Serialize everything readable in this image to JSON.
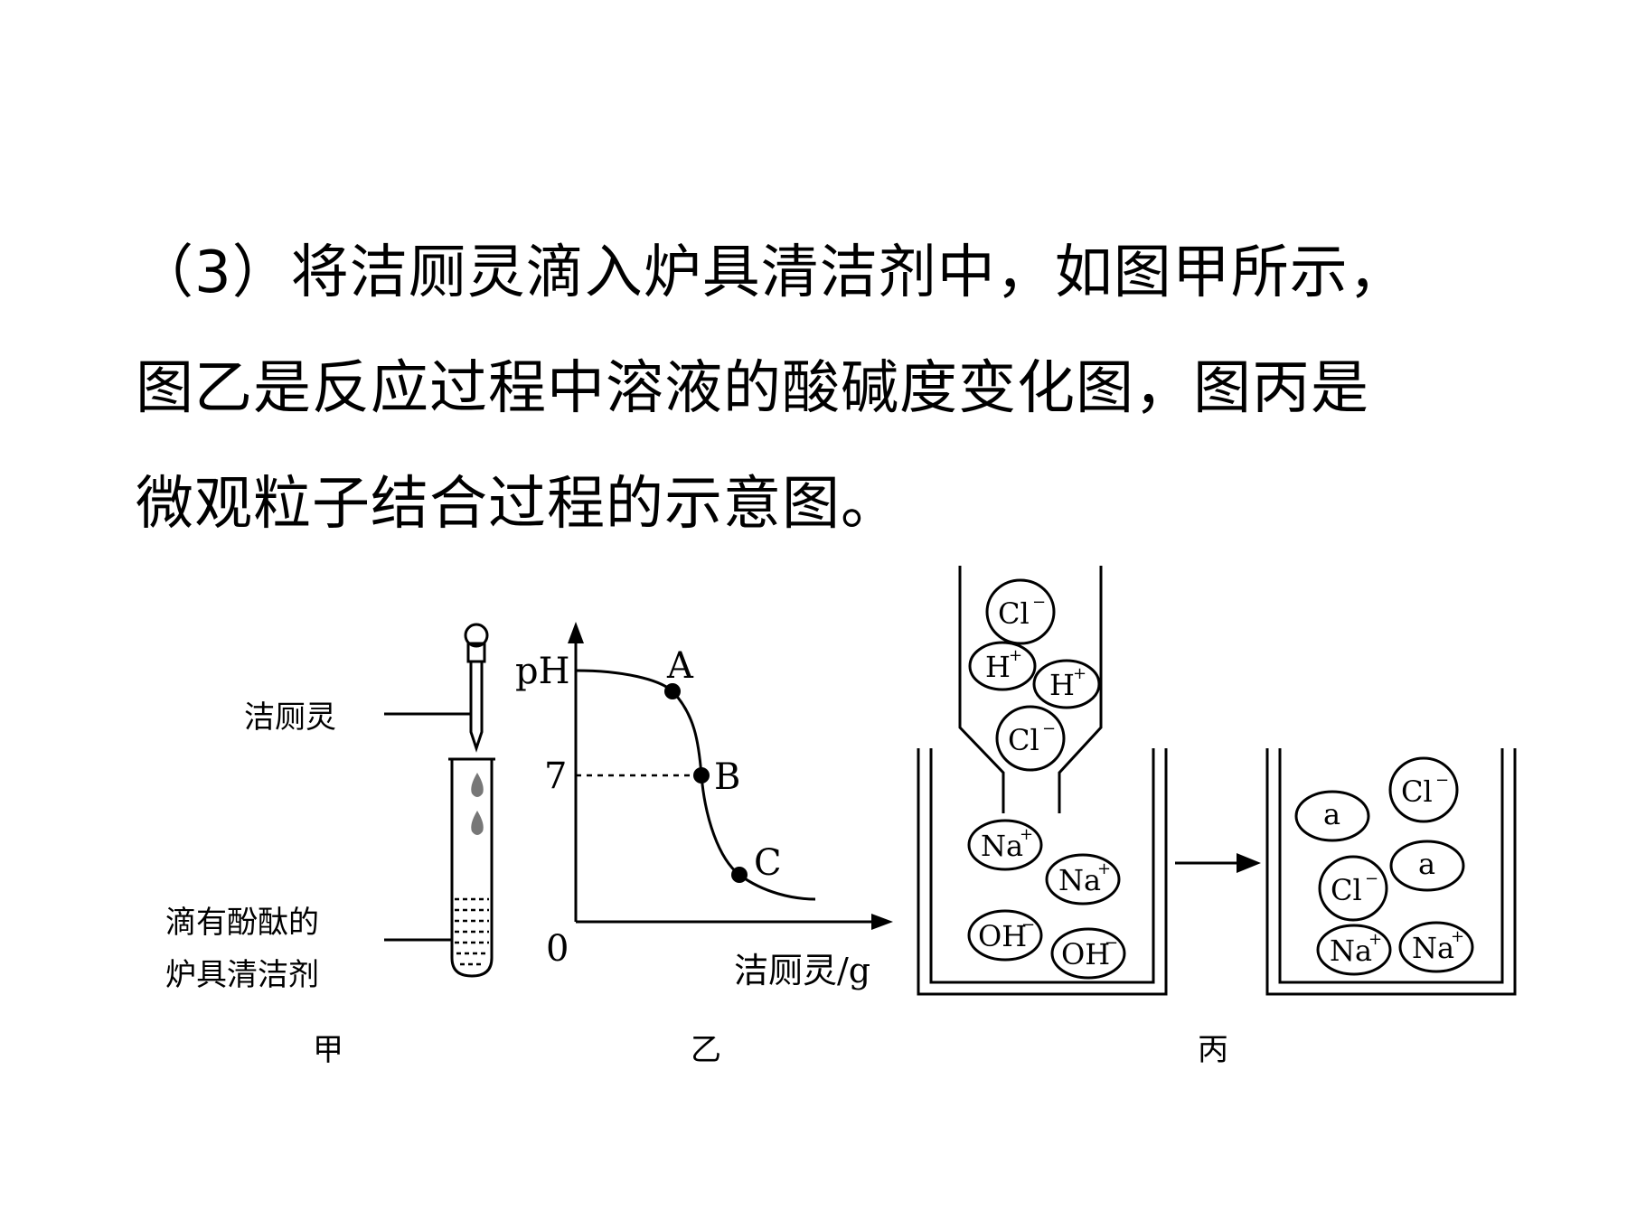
{
  "question": {
    "line1": "（3）将洁厕灵滴入炉具清洁剂中，如图甲所示，",
    "line2": "图乙是反应过程中溶液的酸碱度变化图，图丙是",
    "line3": "微观粒子结合过程的示意图。"
  },
  "figure_jia": {
    "dropper_label": "洁厕灵",
    "tube_label_line1": "滴有酚酞的",
    "tube_label_line2": "炉具清洁剂",
    "caption": "甲"
  },
  "figure_yi": {
    "y_axis_label": "pH",
    "x_axis_label": "洁厕灵/g",
    "origin_label": "0",
    "ph7_label": "7",
    "point_a": "A",
    "point_b": "B",
    "point_c": "C",
    "caption": "乙"
  },
  "figure_bing": {
    "particle_cl": "Cl",
    "particle_h": "H",
    "particle_na": "Na",
    "particle_oh": "OH",
    "particle_a": "a",
    "charge_minus": "−",
    "charge_plus": "+",
    "caption": "丙"
  }
}
